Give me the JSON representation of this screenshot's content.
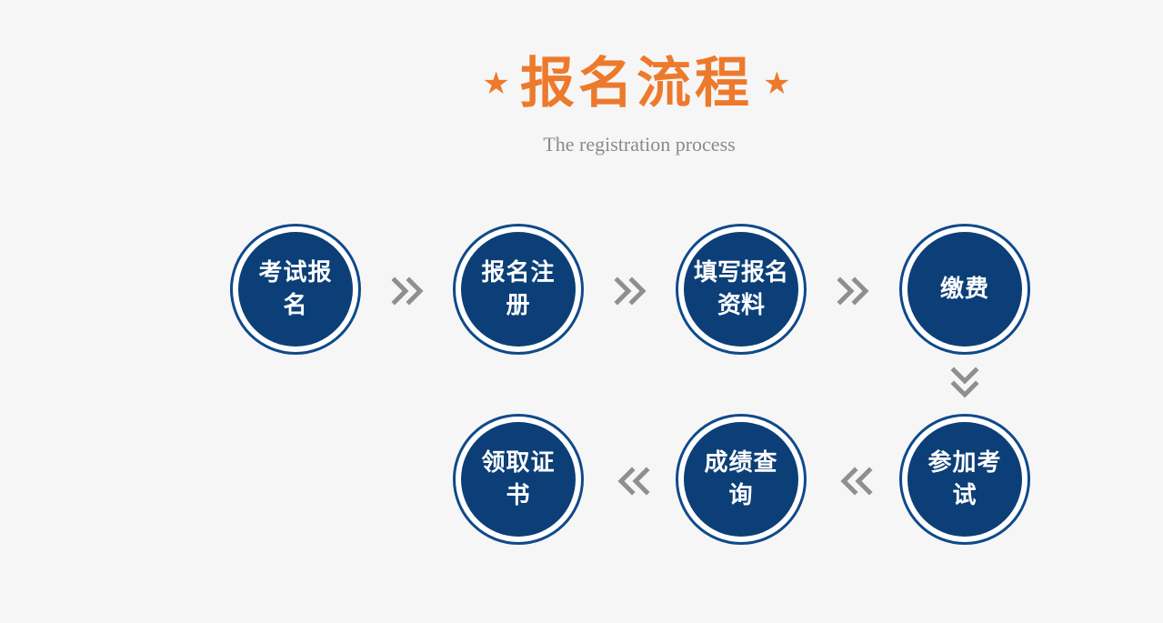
{
  "header": {
    "star_left": "★",
    "title": "报名流程",
    "star_right": "★",
    "subtitle": "The registration process"
  },
  "steps": [
    {
      "label": "考试报名"
    },
    {
      "label": "报名注册"
    },
    {
      "label": "填写报名资料"
    },
    {
      "label": "缴费"
    },
    {
      "label": "参加考试"
    },
    {
      "label": "成绩查询"
    },
    {
      "label": "领取证书"
    }
  ],
  "colors": {
    "accent": "#ed7a2c",
    "circle_fill": "#0c3f77",
    "circle_ring": "#0f4a8a",
    "arrow": "#8f8f8f",
    "background": "#f6f6f7"
  }
}
